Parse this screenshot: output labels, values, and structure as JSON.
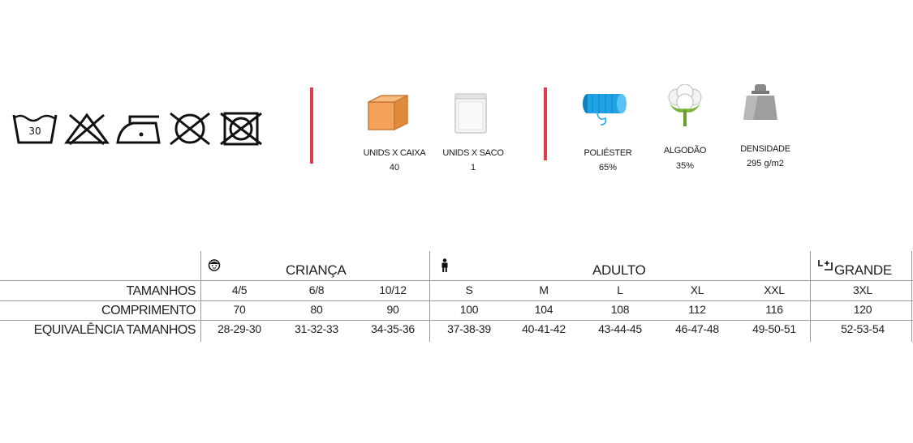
{
  "care_symbols": [
    {
      "icon": "wash-30-icon",
      "text": "30"
    },
    {
      "icon": "no-bleach-icon"
    },
    {
      "icon": "iron-low-icon"
    },
    {
      "icon": "no-tumble-dry-icon"
    },
    {
      "icon": "no-dry-clean-icon"
    }
  ],
  "packaging": [
    {
      "icon": "box-icon",
      "label": "UNIDS X CAIXA",
      "value": "40"
    },
    {
      "icon": "bag-icon",
      "label": "UNIDS X SACO",
      "value": "1"
    }
  ],
  "composition": [
    {
      "icon": "polyester-spool-icon",
      "label": "POLIÉSTER",
      "value": "65%"
    },
    {
      "icon": "cotton-icon",
      "label": "ALGODÃO",
      "value": "35%"
    },
    {
      "icon": "weight-icon",
      "label": "DENSIDADE",
      "value": "295 g/m2"
    }
  ],
  "size_table": {
    "groups": [
      {
        "icon": "child-icon",
        "title": "CRIANÇA"
      },
      {
        "icon": "adult-icon",
        "title": "ADULTO"
      },
      {
        "icon": "expand-icon",
        "title": "GRANDE"
      }
    ],
    "row_labels": [
      "TAMANHOS",
      "COMPRIMENTO",
      "EQUIVALÊNCIA TAMANHOS"
    ],
    "rows": [
      [
        "4/5",
        "6/8",
        "10/12",
        "S",
        "M",
        "L",
        "XL",
        "XXL",
        "3XL"
      ],
      [
        "70",
        "80",
        "90",
        "100",
        "104",
        "108",
        "112",
        "116",
        "120"
      ],
      [
        "28-29-30",
        "31-32-33",
        "34-35-36",
        "37-38-39",
        "40-41-42",
        "43-44-45",
        "46-47-48",
        "49-50-51",
        "52-53-54"
      ]
    ]
  },
  "colors": {
    "accent_red": "#e53945",
    "box_orange": "#f4a25b",
    "spool_blue": "#1fa3e6"
  }
}
